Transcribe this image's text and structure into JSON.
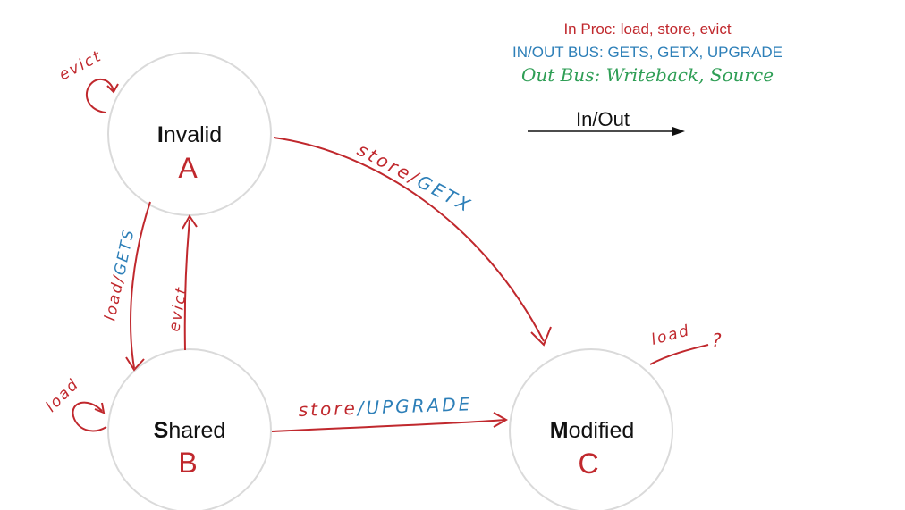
{
  "colors": {
    "red": "#c0282d",
    "blue": "#2d7fb8",
    "green": "#2e9e55",
    "outline": "#dadada",
    "text": "#111111"
  },
  "legend": {
    "proc_line": "In Proc: load, store, evict",
    "bus_line": "IN/OUT BUS: GETS, GETX, UPGRADE",
    "out_bus_label": "Out Bus:",
    "out_bus_items": "Writeback, Source"
  },
  "in_out_label": "In/Out",
  "states": {
    "invalid": {
      "initial": "I",
      "rest": "nvalid",
      "letter": "A"
    },
    "shared": {
      "initial": "S",
      "rest": "hared",
      "letter": "B"
    },
    "modified": {
      "initial": "M",
      "rest": "odified",
      "letter": "C"
    }
  },
  "transitions": {
    "invalid_self": {
      "event": "evict"
    },
    "invalid_to_shared": {
      "event": "load",
      "sep": "/",
      "action": "GETS"
    },
    "shared_to_invalid": {
      "event": "evict"
    },
    "shared_self": {
      "event": "load"
    },
    "invalid_to_modified": {
      "event": "store",
      "sep": "/",
      "action": "GETX"
    },
    "shared_to_modified": {
      "event": "store",
      "sep": "/",
      "action": "UPGRADE"
    },
    "modified_self": {
      "event": "load",
      "suffix": "?"
    }
  }
}
